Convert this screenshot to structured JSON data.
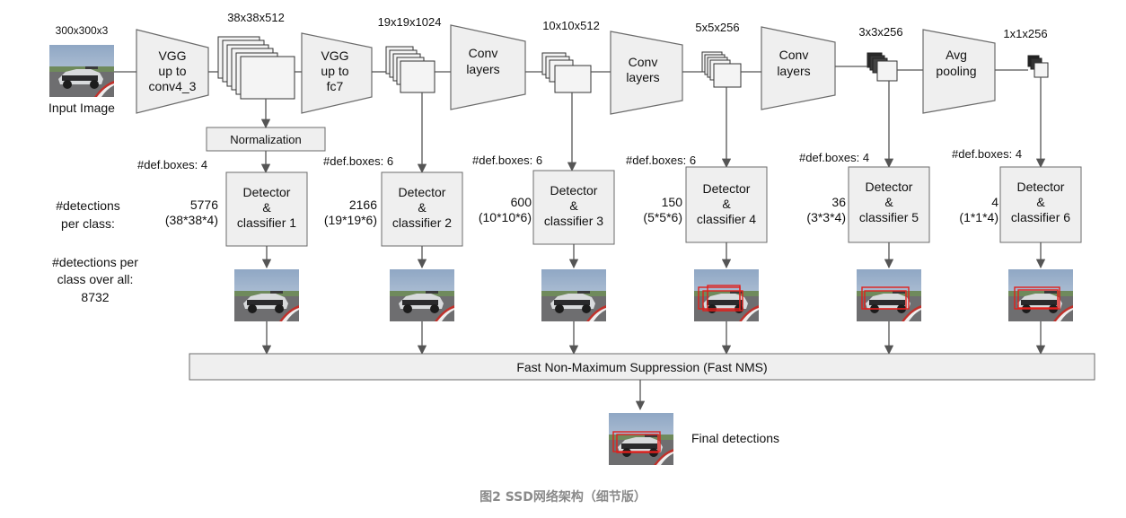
{
  "input": {
    "dims": "300x300x3",
    "label": "Input Image"
  },
  "vgg1": {
    "line1": "VGG",
    "line2": "up to",
    "line3": "conv4_3"
  },
  "vgg2": {
    "line1": "VGG",
    "line2": "up to",
    "line3": "fc7"
  },
  "conv": {
    "line1": "Conv",
    "line2": "layers"
  },
  "avg": {
    "line1": "Avg",
    "line2": "pooling"
  },
  "feature_maps": [
    "38x38x512",
    "19x19x1024",
    "10x10x512",
    "5x5x256",
    "3x3x256",
    "1x1x256"
  ],
  "normalization": "Normalization",
  "default_boxes": [
    "#def.boxes: 4",
    "#def.boxes: 6",
    "#def.boxes: 6",
    "#def.boxes: 6",
    "#def.boxes: 4",
    "#def.boxes: 4"
  ],
  "detector": {
    "line1": "Detector",
    "line2": "&",
    "labels": [
      "classifier 1",
      "classifier 2",
      "classifier 3",
      "classifier 4",
      "classifier 5",
      "classifier 6"
    ]
  },
  "counts": [
    {
      "n": "5776",
      "formula": "(38*38*4)"
    },
    {
      "n": "2166",
      "formula": "(19*19*6)"
    },
    {
      "n": "600",
      "formula": "(10*10*6)"
    },
    {
      "n": "150",
      "formula": "(5*5*6)"
    },
    {
      "n": "36",
      "formula": "(3*3*4)"
    },
    {
      "n": "4",
      "formula": "(1*1*4)"
    }
  ],
  "detections_per_class": {
    "line1": "#detections",
    "line2": "per class:"
  },
  "detections_overall": {
    "line1": "#detections per",
    "line2": "class over all:",
    "line3": "8732"
  },
  "nms": "Fast Non-Maximum  Suppression (Fast NMS)",
  "final": "Final detections",
  "caption": "图2 SSD网络架构（细节版）",
  "colors": {
    "box_fill": "#efefef",
    "box_stroke": "#6b6b6b",
    "arrow": "#555555",
    "detection_box": "#e0201c"
  }
}
